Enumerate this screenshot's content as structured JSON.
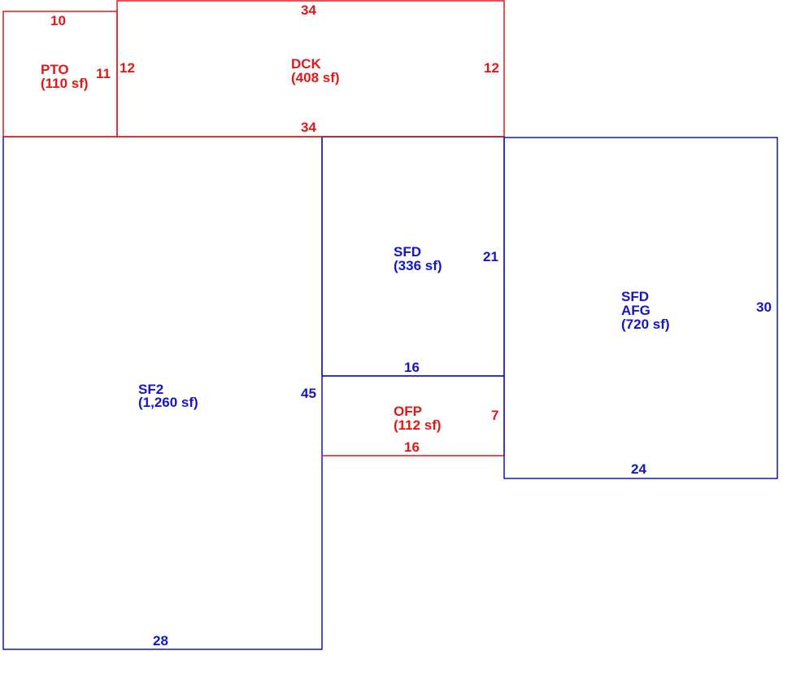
{
  "colors": {
    "living_area": "#1515c8",
    "other_area": "#e01818",
    "background": "#ffffff"
  },
  "areas": {
    "pto": {
      "code": "PTO",
      "area": "(110 sf)",
      "dims": {
        "top": "10",
        "right": "11"
      }
    },
    "dck": {
      "code": "DCK",
      "area": "(408 sf)",
      "dims": {
        "top": "34",
        "left": "12",
        "right": "12",
        "bottom": "34"
      }
    },
    "sf2": {
      "code": "SF2",
      "area": "(1,260 sf)",
      "dims": {
        "right": "45",
        "bottom": "28"
      }
    },
    "sfd_small": {
      "code": "SFD",
      "area": "(336 sf)",
      "dims": {
        "right": "21",
        "bottom": "16"
      }
    },
    "ofp": {
      "code": "OFP",
      "area": "(112 sf)",
      "dims": {
        "right": "7",
        "bottom": "16"
      }
    },
    "sfd_afg": {
      "code_line1": "SFD",
      "code_line2": "AFG",
      "area": "(720 sf)",
      "dims": {
        "right": "30",
        "bottom": "24"
      }
    }
  }
}
